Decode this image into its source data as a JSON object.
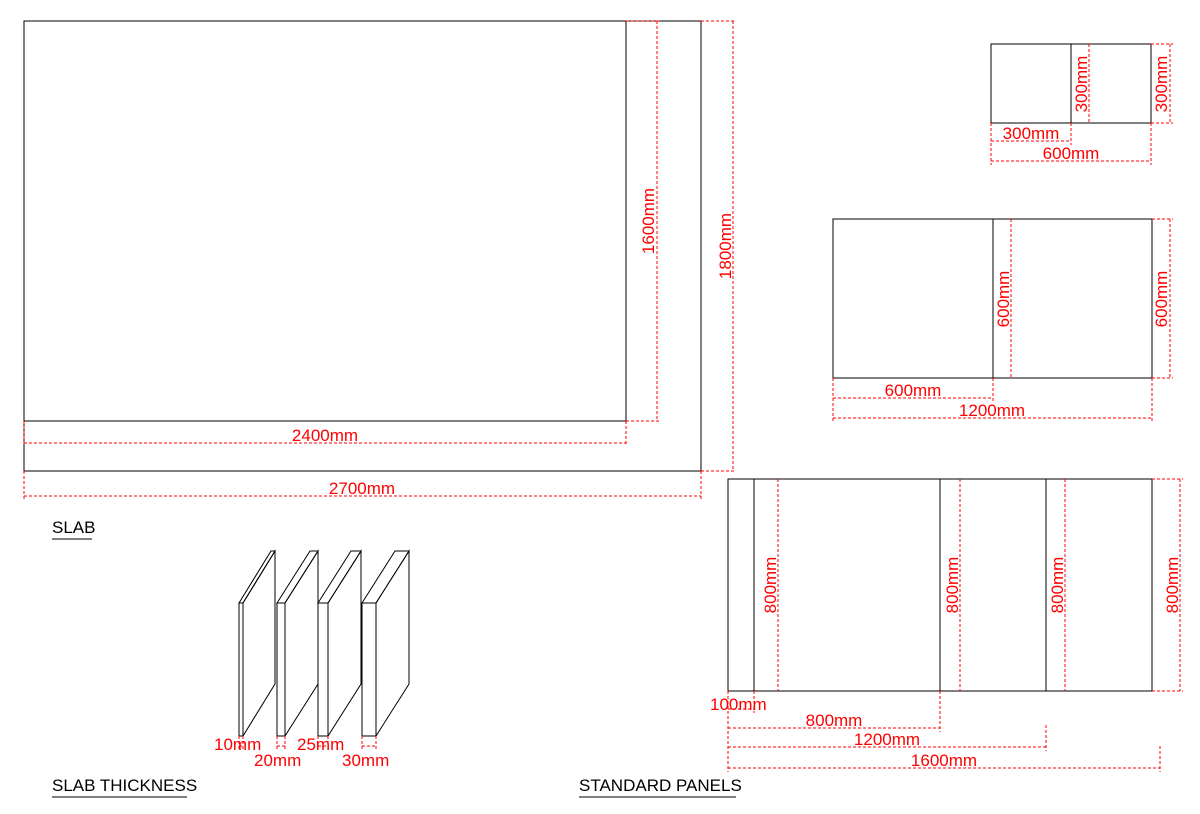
{
  "slab": {
    "caption": "SLAB",
    "inner_width": "2400mm",
    "inner_height": "1600mm",
    "outer_width": "2700mm",
    "outer_height": "1800mm"
  },
  "thickness": {
    "caption": "SLAB THICKNESS",
    "t10": "10mm",
    "t20": "20mm",
    "t25": "25mm",
    "t30": "30mm"
  },
  "panels": {
    "caption": "STANDARD PANELS",
    "small": {
      "h_inner": "300mm",
      "h_outer": "300mm",
      "w_inner": "300mm",
      "w_outer": "600mm"
    },
    "medium": {
      "h_inner": "600mm",
      "h_outer": "600mm",
      "w_inner": "600mm",
      "w_outer": "1200mm"
    },
    "large": {
      "h1": "800mm",
      "h2": "800mm",
      "h3": "800mm",
      "h4": "800mm",
      "w100": "100mm",
      "w800": "800mm",
      "w1200": "1200mm",
      "w1600": "1600mm"
    }
  },
  "colors": {
    "dimension": "#ff0000",
    "outline": "#000000"
  }
}
